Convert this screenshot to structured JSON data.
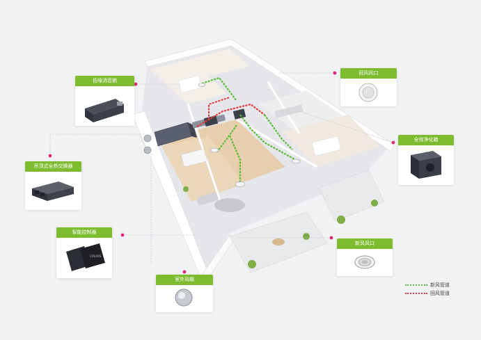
{
  "cards": {
    "silencer_box": {
      "title": "低噪消音箱"
    },
    "return_vent": {
      "title": "回风风口"
    },
    "purifier_box": {
      "title": "全效净化箱"
    },
    "heat_exchanger": {
      "title": "吊顶式全热交换器"
    },
    "controller": {
      "title": "智能控制器",
      "device_text": "COLORS"
    },
    "outdoor_hood": {
      "title": "室外风帽"
    },
    "fresh_vent": {
      "title": "新风风口"
    }
  },
  "legend": {
    "fresh_duct": {
      "label": "新风管道",
      "color": "#5dbb3c"
    },
    "return_duct": {
      "label": "回风管道",
      "color": "#e23a3a"
    }
  },
  "colors": {
    "accent": "#7dbb2f",
    "marker": "#e0277a",
    "background": "#f1f2f4"
  }
}
